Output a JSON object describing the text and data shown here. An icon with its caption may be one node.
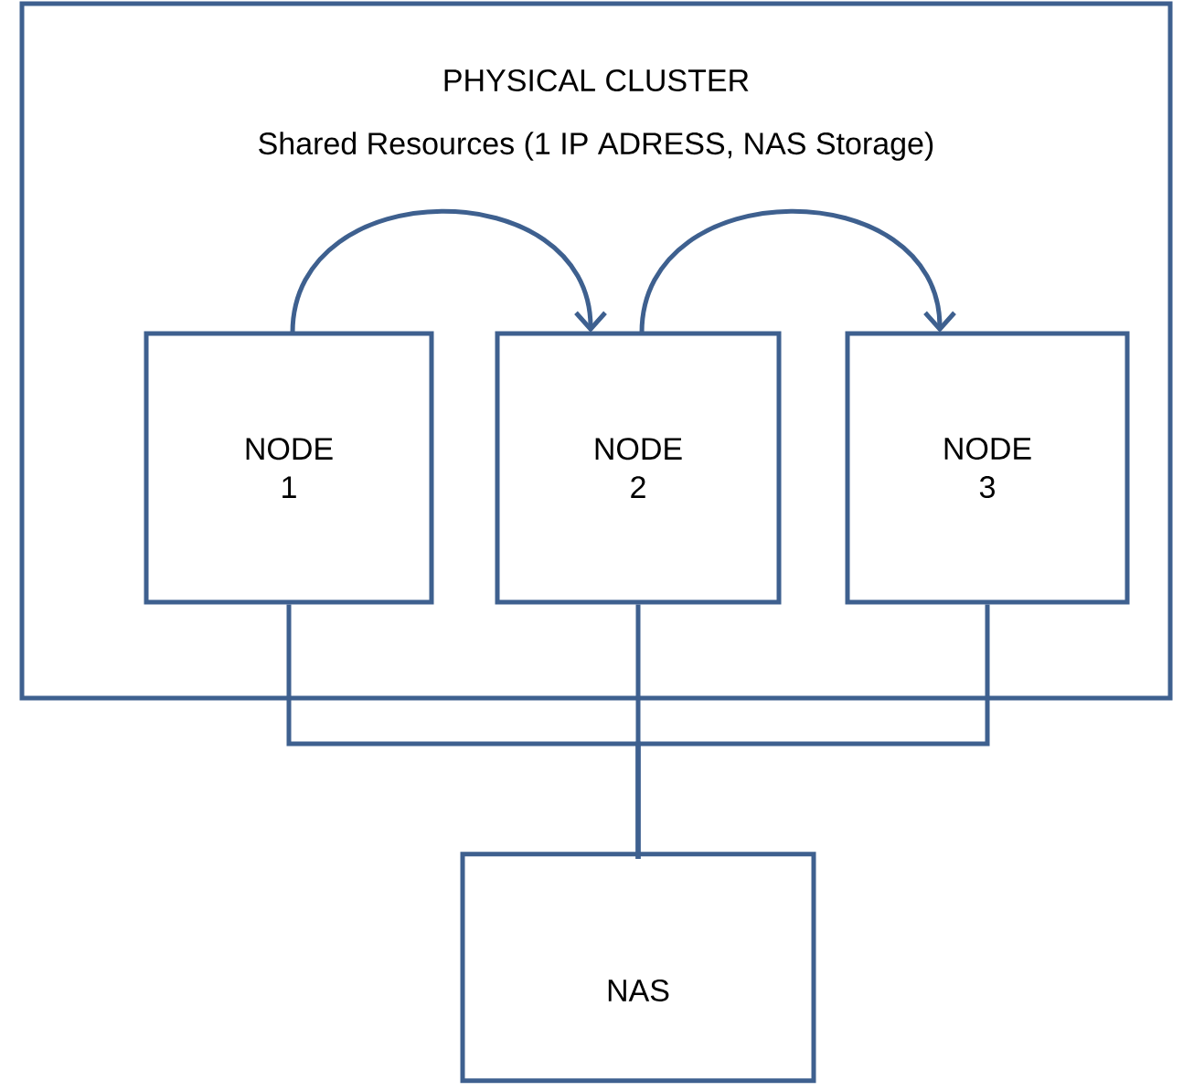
{
  "diagram": {
    "nodes": [
      {
        "text": [
          "PHYSICAL CLUSTER",
          "Shared Resources (1 IP ADRESS, NAS Storage)"
        ]
      },
      {
        "text": [
          "NODE 1"
        ],
        "in": 0
      },
      {
        "text": [
          "NODE 2"
        ],
        "in": 0
      },
      {
        "text": [
          "NODE 3"
        ],
        "in": 0
      },
      {
        "text": [
          "NAS"
        ]
      }
    ],
    "edges": [
      {
        "from": 1,
        "to": 2,
        "arrow": "to"
      },
      {
        "from": 2,
        "to": 3,
        "arrow": "to"
      },
      {
        "from": 1,
        "to": 4,
        "arrow": "none"
      },
      {
        "from": 2,
        "to": 4,
        "arrow": "none"
      },
      {
        "from": 3,
        "to": 4,
        "arrow": "none"
      }
    ]
  }
}
